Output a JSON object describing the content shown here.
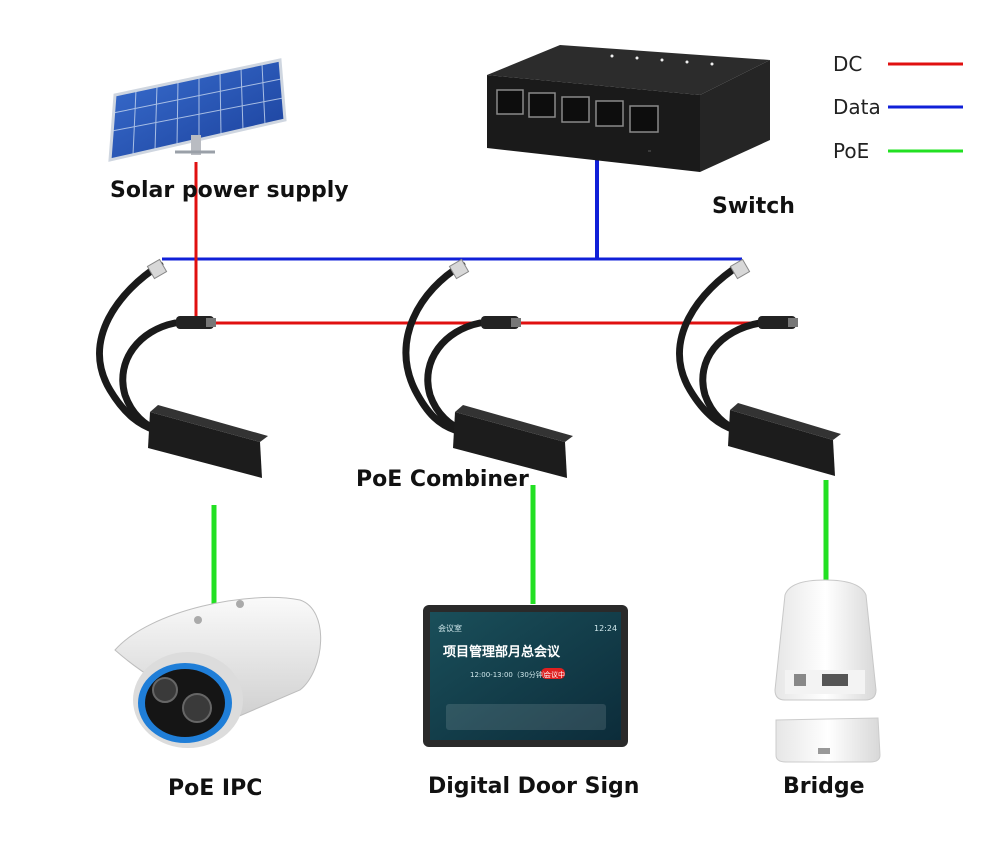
{
  "legend": {
    "items": [
      {
        "label": "DC",
        "color": "#e01010"
      },
      {
        "label": "Data",
        "color": "#1020d8"
      },
      {
        "label": "PoE",
        "color": "#22e022"
      }
    ]
  },
  "devices": {
    "solar": "Solar power supply",
    "switch": "Switch",
    "combiner": "PoE Combiner",
    "ipc": "PoE IPC",
    "door_sign": "Digital Door Sign",
    "bridge": "Bridge"
  },
  "door_sign_screen": {
    "header": "会议室",
    "time": "12:24",
    "title": "项目管理部月总会议",
    "schedule": "12:00-13:00（30分钟）",
    "badge": "会议中"
  },
  "colors": {
    "dc": "#e01010",
    "data": "#1020d8",
    "poe": "#22e022",
    "device_dark": "#1c1c1c"
  }
}
